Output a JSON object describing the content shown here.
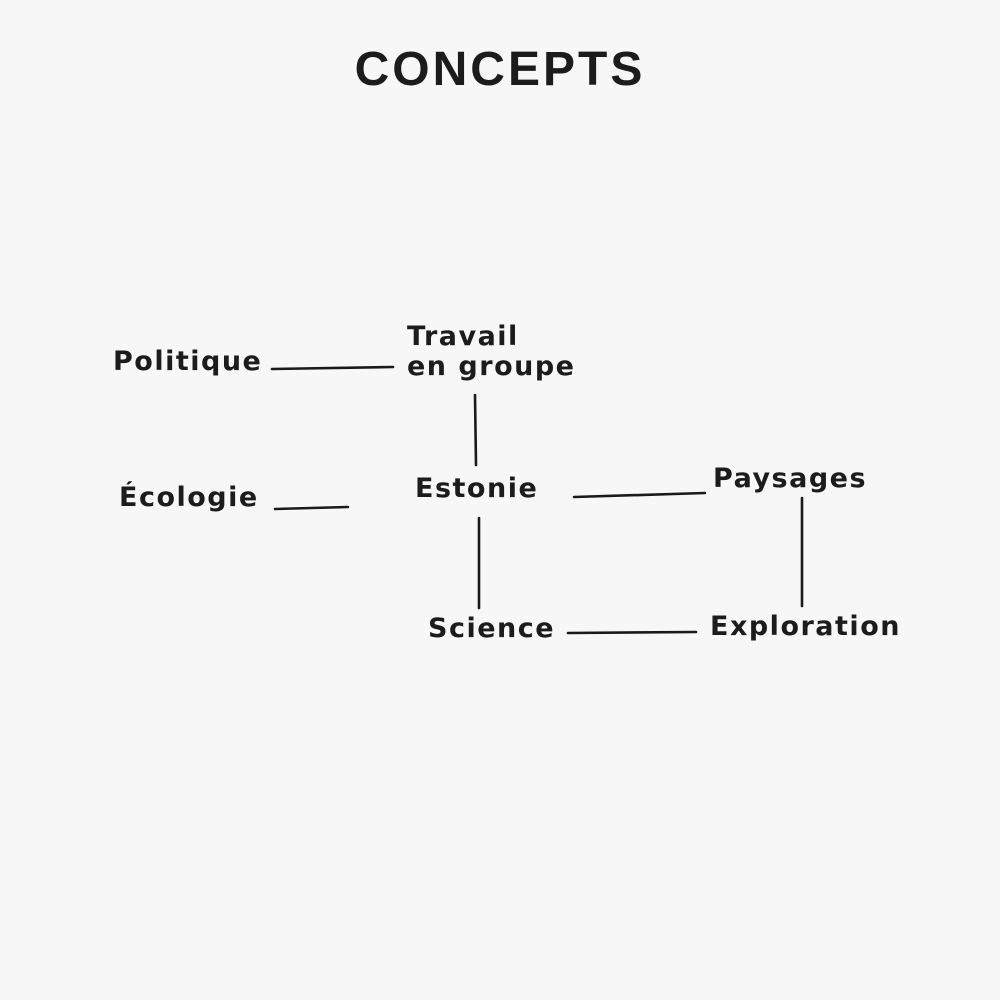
{
  "title": "CONCEPTS",
  "nodes": {
    "politique": "Politique",
    "travail_line1": "Travail",
    "travail_line2": "en groupe",
    "ecologie": "Écologie",
    "estonie": "Estonie",
    "paysages": "Paysages",
    "science": "Science",
    "exploration": "Exploration"
  },
  "edges": [
    [
      "Politique",
      "Travail en groupe"
    ],
    [
      "Travail en groupe",
      "Estonie"
    ],
    [
      "Écologie",
      "Estonie"
    ],
    [
      "Estonie",
      "Paysages"
    ],
    [
      "Estonie",
      "Science"
    ],
    [
      "Paysages",
      "Exploration"
    ],
    [
      "Science",
      "Exploration"
    ]
  ]
}
